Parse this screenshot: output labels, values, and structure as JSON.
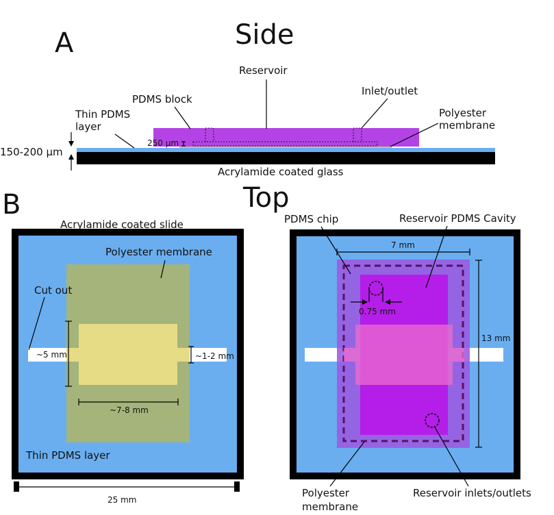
{
  "panel_a": {
    "letter": "A",
    "title": "Side",
    "labels": {
      "reservoir": "Reservoir",
      "pdms_block": "PDMS block",
      "inlet_outlet": "Inlet/outlet",
      "thin_pdms_line1": "Thin PDMS",
      "thin_pdms_line2": "layer",
      "polyester_line1": "Polyester",
      "polyester_line2": "membrane",
      "gap_250": "250 µm",
      "thickness": "150-200 µm",
      "glass": "Acrylamide coated glass"
    }
  },
  "panel_b": {
    "letter": "B",
    "title": "Top",
    "left": {
      "slide": "Acrylamide coated slide",
      "membrane": "Polyester membrane",
      "cut_out": "Cut out",
      "width_5": "~5 mm",
      "width_1_2": "~1-2 mm",
      "length_7_8": "~7-8 mm",
      "thin_pdms": "Thin PDMS layer",
      "scale_25": "25 mm"
    },
    "right": {
      "pdms_chip": "PDMS chip",
      "reservoir_cavity": "Reservoir PDMS Cavity",
      "width_7": "7 mm",
      "length_13": "13 mm",
      "hole_075": "0.75 mm",
      "membrane_line1": "Polyester",
      "membrane_line2": "membrane",
      "inlets": "Reservoir inlets/outlets"
    }
  },
  "colors": {
    "blue": "#6aaef0",
    "black": "#000000",
    "purple": "#b443e6",
    "membrane_green": "#a4b47a",
    "cutout_yellow": "#e6dc86",
    "chip_purple": "#9a5ae0",
    "cavity_magenta": "#b51ee8",
    "dashed": "#5a1060"
  }
}
